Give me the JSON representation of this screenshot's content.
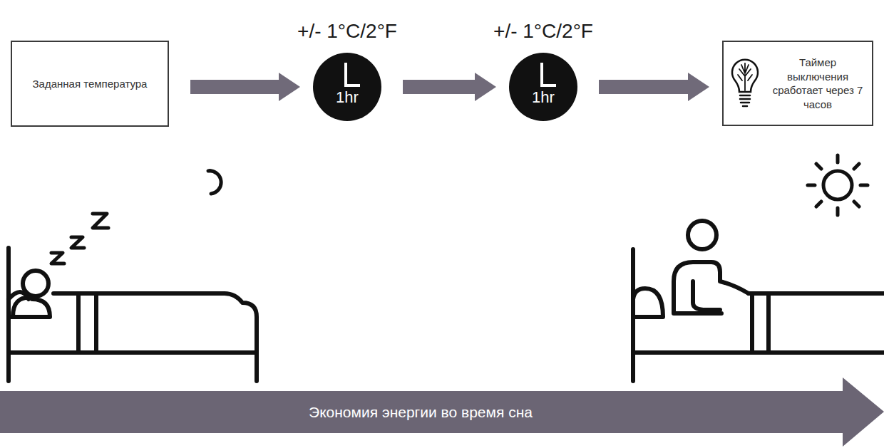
{
  "diagram": {
    "nodes": [
      {
        "text": [
          "Заданная температура"
        ]
      },
      {
        "text": [
          "+/- 1°C/2°F",
          "1hr"
        ]
      },
      {
        "text": [
          "+/- 1°C/2°F",
          "1hr"
        ]
      },
      {
        "text": [
          "Таймер выключения сработает через 7 часов"
        ]
      },
      {
        "text": [
          "Экономия энергии во время сна"
        ]
      }
    ],
    "edges": [
      {
        "from": 0,
        "to": 1,
        "arrow": "to"
      },
      {
        "from": 1,
        "to": 2,
        "arrow": "to"
      },
      {
        "from": 2,
        "to": 3,
        "arrow": "to"
      }
    ]
  }
}
